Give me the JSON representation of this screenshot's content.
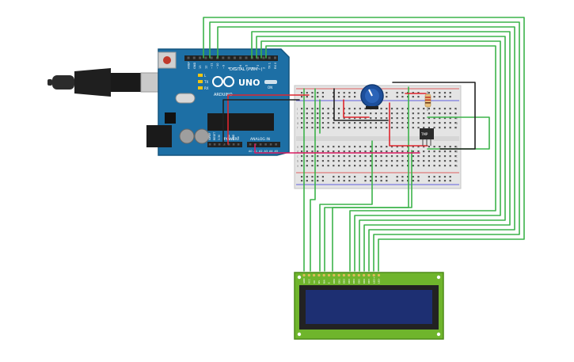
{
  "arduino": {
    "brand": "UNO",
    "logo_text": "ARDUINO",
    "digital_header": "DIGITAL (PWM~)",
    "power_header": "POWER",
    "analog_header": "ANALOG IN",
    "digital_pins": [
      "AREF",
      "GND",
      "13",
      "12",
      "~11",
      "~10",
      "~9",
      "8",
      "7",
      "~6",
      "~5",
      "4",
      "~3",
      "2",
      "TX 1",
      "RX 0"
    ],
    "power_pins": [
      "IOREF",
      "RESET",
      "3.3V",
      "5V",
      "GND",
      "GND",
      "Vin"
    ],
    "analog_pins": [
      "A0",
      "A1",
      "A2",
      "A3",
      "A4",
      "A5"
    ],
    "leds": [
      "L",
      "TX",
      "RX"
    ],
    "on_label": "ON"
  },
  "breadboard": {
    "row_letters_top": [
      "j",
      "i",
      "h",
      "g",
      "f"
    ],
    "row_letters_bottom": [
      "e",
      "d",
      "c",
      "b",
      "a"
    ]
  },
  "sensor": {
    "label": "TMP"
  },
  "lcd": {
    "pins": [
      "GND",
      "VCC",
      "V0",
      "RS",
      "RW",
      "E",
      "DB0",
      "DB1",
      "DB2",
      "DB3",
      "DB4",
      "DB5",
      "DB6",
      "DB7",
      "LED+",
      "LED-"
    ]
  },
  "colors": {
    "wire_green": "#3cb34a",
    "wire_red": "#e0262e",
    "wire_black": "#222222",
    "wire_pink": "#d81b60",
    "arduino_blue": "#1d6fa5",
    "lcd_pcb": "#6fb52c",
    "lcd_screen": "#1d2f72"
  }
}
